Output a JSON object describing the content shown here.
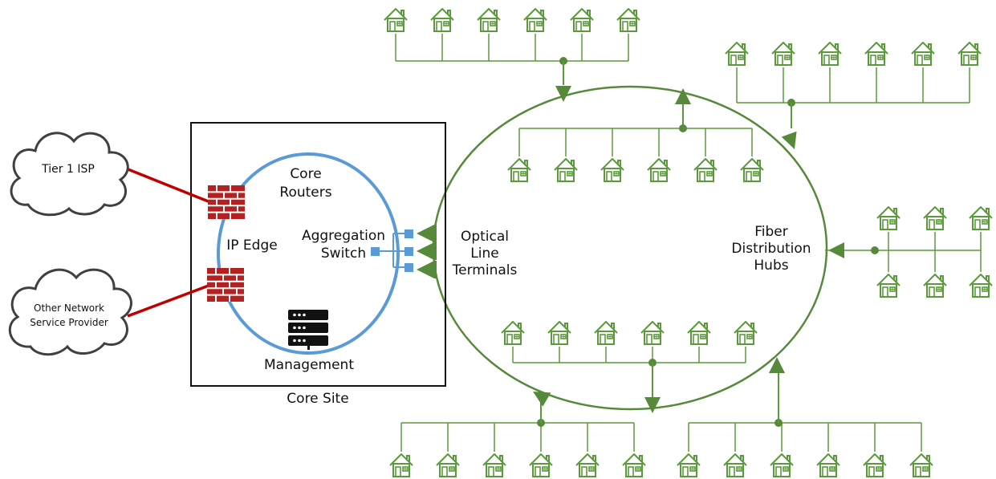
{
  "clouds": {
    "tier1": "Tier 1 ISP",
    "other_line1": "Other Network",
    "other_line2": "Service Provider"
  },
  "core_site": {
    "label": "Core Site",
    "routers_line1": "Core",
    "routers_line2": "Routers",
    "ip_edge": "IP Edge",
    "agg_line1": "Aggregation",
    "agg_line2": "Switch",
    "management": "Management"
  },
  "olt": {
    "line1": "Optical",
    "line2": "Line",
    "line3": "Terminals"
  },
  "hubs": {
    "line1": "Fiber",
    "line2": "Distribution",
    "line3": "Hubs"
  },
  "colors": {
    "fiber_green": "#568a3a",
    "house_green": "#5a9a3a",
    "core_ring_blue": "#5b9bd5",
    "link_red": "#c00000",
    "firewall_red": "#b52020",
    "switch_blue": "#5b9bd5",
    "cloud_outline": "#404040"
  },
  "icons": {
    "cloud": "cloud-icon",
    "firewall": "firewall-icon",
    "server": "server-rack-icon",
    "house": "house-icon",
    "olt": "optical-terminal-icon"
  }
}
